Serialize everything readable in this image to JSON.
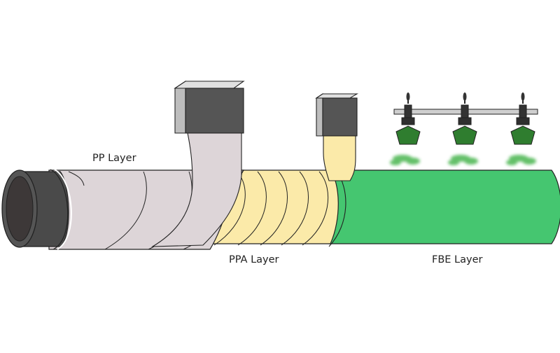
{
  "labels": {
    "pp": "PP Layer",
    "ppa": "PPA Layer",
    "fbe": "FBE Layer"
  },
  "colors": {
    "pp": "#ddd5d8",
    "ppa": "#fbeaa9",
    "fbe": "#45c670",
    "steel": "#4a4a4a",
    "bore": "#3d3838",
    "extruder_front": "#555555",
    "extruder_side": "#bdbdbd",
    "nozzle": "#2f7d2f",
    "spray": "#49b54f",
    "rail": "#cfcfcf",
    "outline": "#222222"
  },
  "icons": {
    "extruders": [
      "extruder-head-icon",
      "extruder-head-icon"
    ],
    "spray_guns": [
      "spray-gun-icon",
      "spray-gun-icon",
      "spray-gun-icon"
    ]
  }
}
